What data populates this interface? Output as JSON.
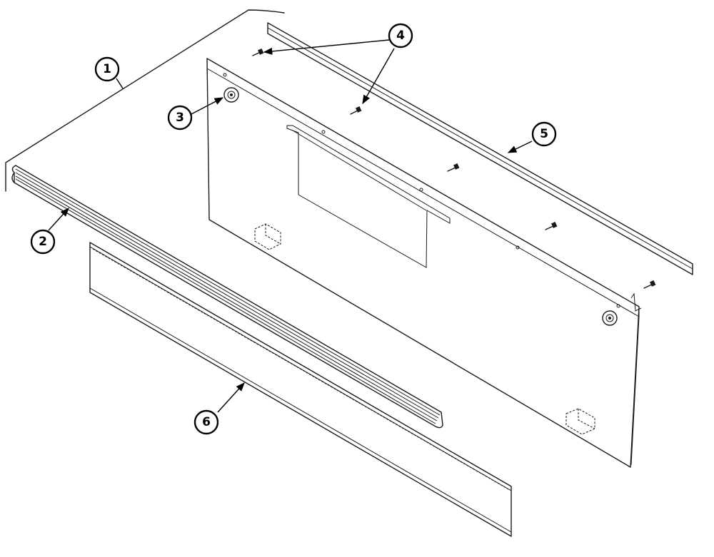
{
  "diagram": {
    "callouts": [
      {
        "id": "1",
        "label": "1"
      },
      {
        "id": "2",
        "label": "2"
      },
      {
        "id": "3",
        "label": "3"
      },
      {
        "id": "4",
        "label": "4"
      },
      {
        "id": "5",
        "label": "5"
      },
      {
        "id": "6",
        "label": "6"
      }
    ],
    "colors": {
      "line": "#1a1a1a",
      "background": "#ffffff"
    }
  }
}
